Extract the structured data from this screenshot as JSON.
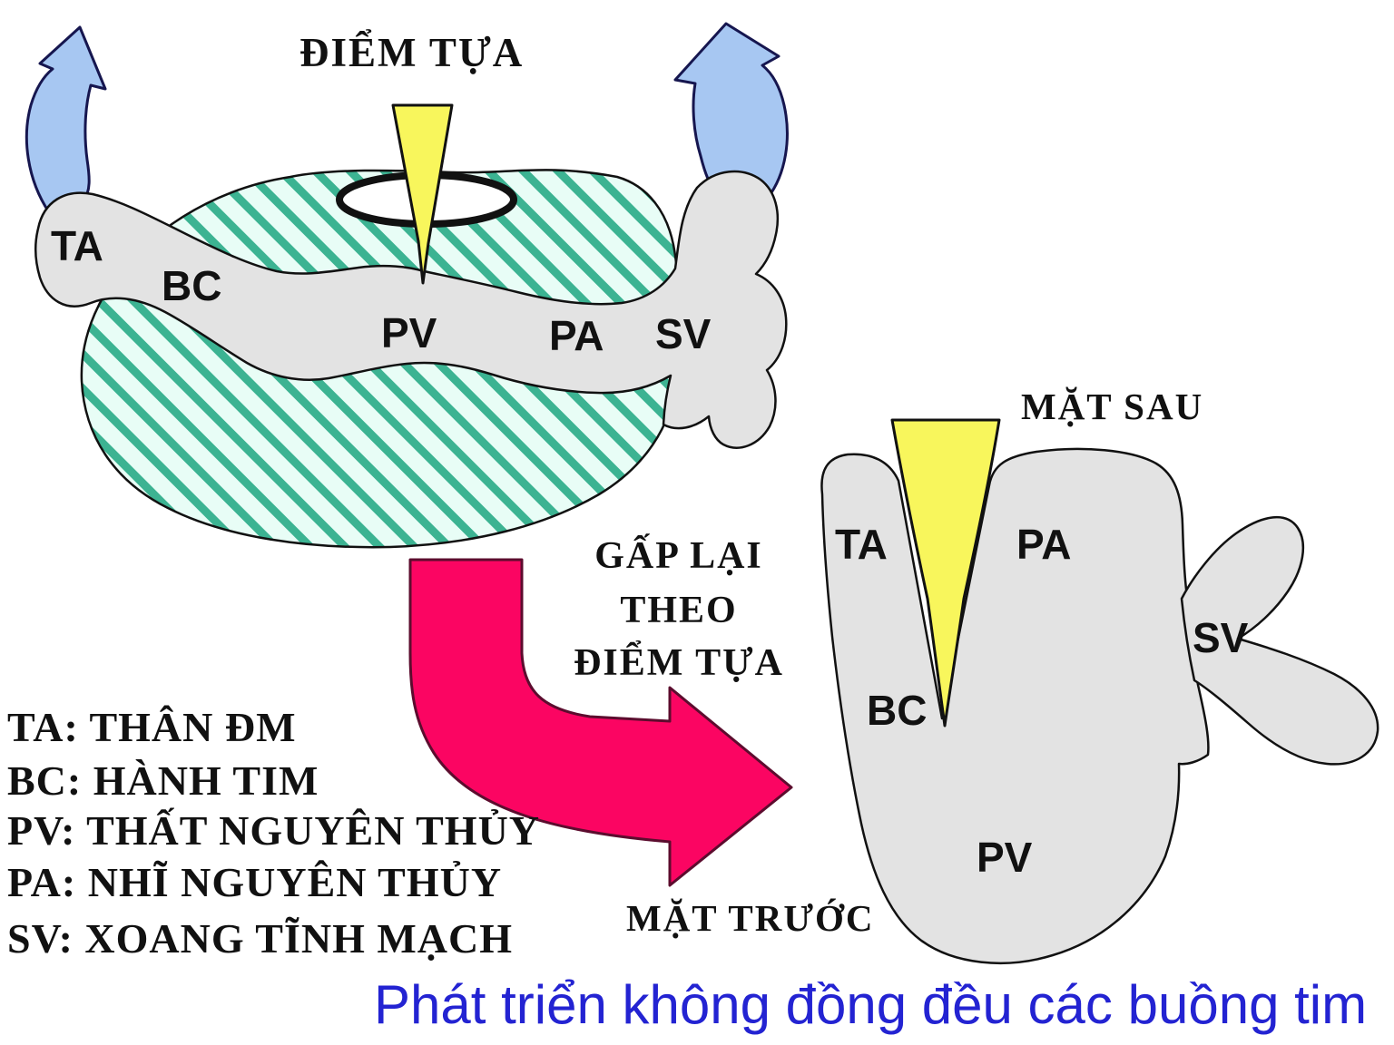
{
  "colors": {
    "hatch_stripe": "#3cb392",
    "hatch_bg": "#e8fdf6",
    "tube_gray": "#e3e3e3",
    "wedge_yellow": "#f8f65c",
    "arrow_blue": "#a7c7f2",
    "fold_arrow_pink": "#fb0562",
    "caption_blue": "#2323d2",
    "outline_black": "#111111"
  },
  "left_diagram": {
    "fulcrum_label": "ĐIỂM TỰA",
    "segment_labels": {
      "ta": "TA",
      "bc": "BC",
      "pv": "PV",
      "pa": "PA",
      "sv": "SV"
    }
  },
  "fold_annotation": {
    "line1": "GẤP LẠI",
    "line2": "THEO",
    "line3": "ĐIỂM TỰA"
  },
  "right_diagram": {
    "back_side_label": "MẶT SAU",
    "front_side_label": "MẶT TRƯỚC",
    "segment_labels": {
      "ta": "TA",
      "pa": "PA",
      "bc": "BC",
      "sv": "SV",
      "pv": "PV"
    }
  },
  "legend": {
    "items": [
      {
        "text": "TA: THÂN ĐM"
      },
      {
        "text": "BC: HÀNH TIM"
      },
      {
        "text": "PV: THẤT NGUYÊN THỦY"
      },
      {
        "text": "PA: NHĨ NGUYÊN THỦY"
      },
      {
        "text": "SV: XOANG TĨNH MẠCH"
      }
    ]
  },
  "caption": "Phát triển không đồng đều các buồng tim"
}
